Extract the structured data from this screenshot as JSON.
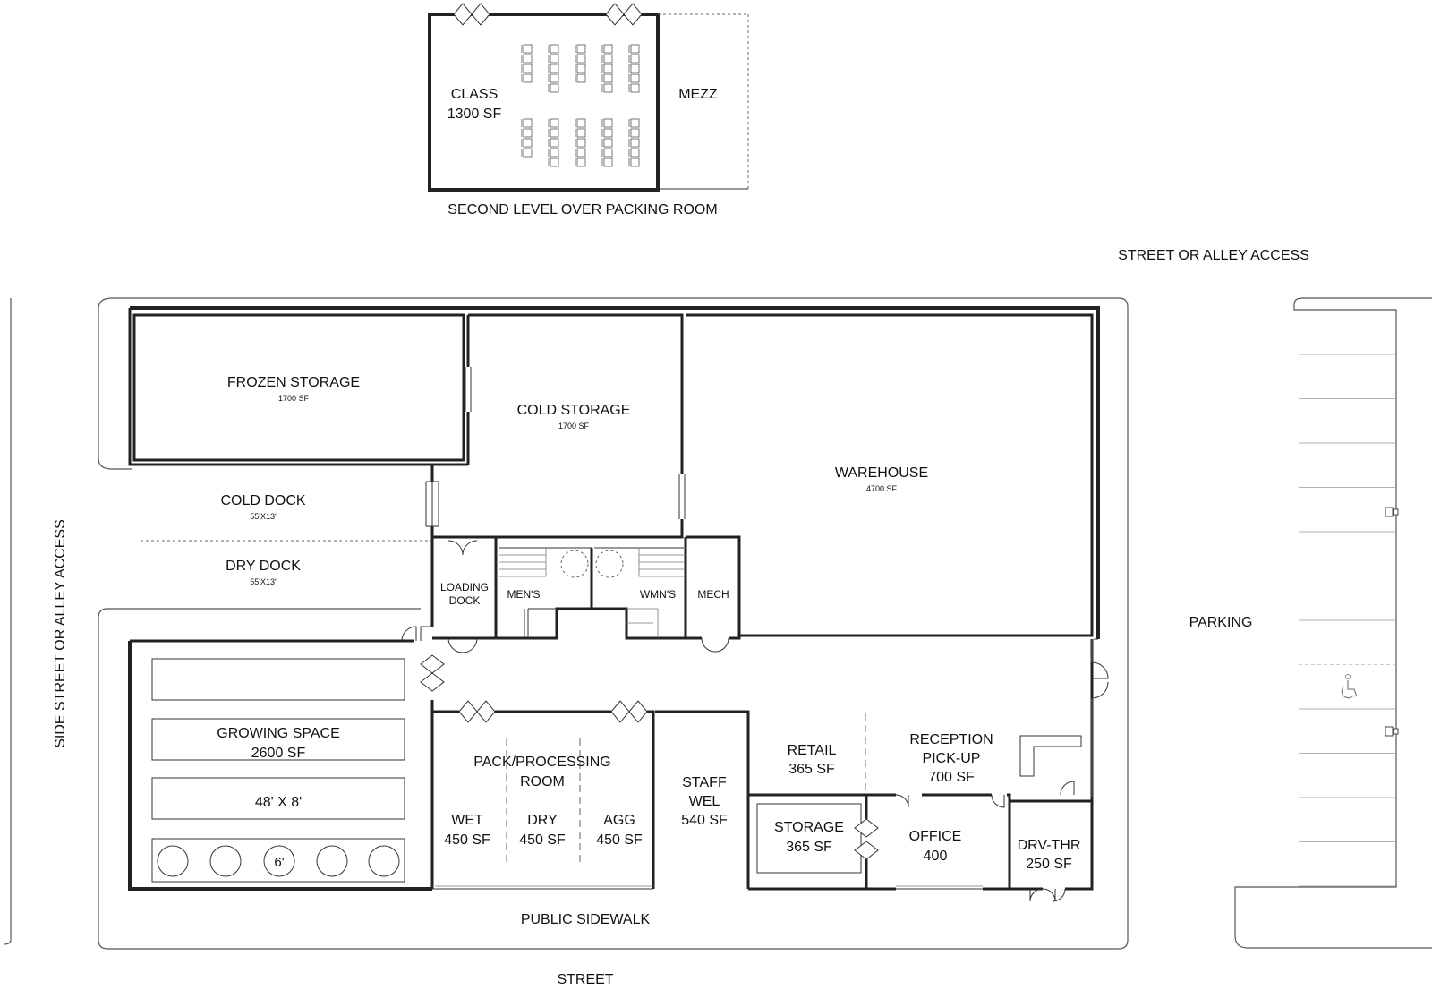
{
  "upper_level": {
    "class_room": {
      "name": "CLASS",
      "area": "1300 SF"
    },
    "mezz": "MEZZ",
    "caption": "SECOND LEVEL OVER PACKING ROOM"
  },
  "site": {
    "street_alley_top": "STREET OR ALLEY ACCESS",
    "side_street": "SIDE STREET OR ALLEY ACCESS",
    "parking": "PARKING",
    "public_sidewalk": "PUBLIC SIDEWALK",
    "street": "STREET"
  },
  "rooms": {
    "frozen_storage": {
      "name": "FROZEN STORAGE",
      "area": "1700 SF"
    },
    "cold_storage": {
      "name": "COLD STORAGE",
      "area": "1700 SF"
    },
    "warehouse": {
      "name": "WAREHOUSE",
      "area": "4700 SF"
    },
    "cold_dock": {
      "name": "COLD DOCK",
      "dims": "55'X13'"
    },
    "dry_dock": {
      "name": "DRY DOCK",
      "dims": "55'X13'"
    },
    "loading_dock": {
      "line1": "LOADING",
      "line2": "DOCK"
    },
    "mens": "MEN'S",
    "womens": "WMN'S",
    "mech": "MECH",
    "growing_space": {
      "name": "GROWING SPACE",
      "area": "2600 SF",
      "bed_size": "48' X 8'",
      "pot_size": "6'"
    },
    "pack_processing": {
      "line1": "PACK/PROCESSING",
      "line2": "ROOM",
      "zones": [
        {
          "name": "WET",
          "area": "450 SF"
        },
        {
          "name": "DRY",
          "area": "450 SF"
        },
        {
          "name": "AGG",
          "area": "450 SF"
        }
      ]
    },
    "staff_wel": {
      "line1": "STAFF",
      "line2": "WEL",
      "area": "540 SF"
    },
    "retail": {
      "name": "RETAIL",
      "area": "365 SF"
    },
    "reception": {
      "line1": "RECEPTION",
      "line2": "PICK-UP",
      "area": "700 SF"
    },
    "storage": {
      "name": "STORAGE",
      "area": "365 SF"
    },
    "office": {
      "name": "OFFICE",
      "area": "400"
    },
    "drive_thru": {
      "name": "DRV-THR",
      "area": "250 SF"
    }
  },
  "colors": {
    "wall": "#222222",
    "line": "#333333",
    "background": "#ffffff"
  },
  "icons": [
    "accessible-parking-icon",
    "parking-meter-icon",
    "door-swing-icon",
    "chair-icon",
    "planter-pot-icon"
  ]
}
